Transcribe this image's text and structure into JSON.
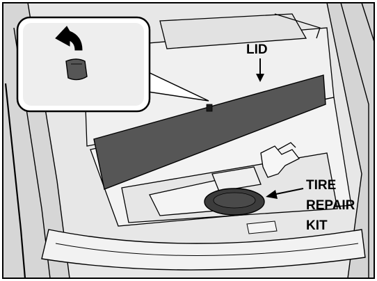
{
  "labels": {
    "lid": "LID",
    "tire_repair_kit_line1": "TIRE",
    "tire_repair_kit_line2": "REPAIR",
    "tire_repair_kit_line3": "KIT"
  },
  "colors": {
    "frame": "#000000",
    "panel_light": "#eeeeee",
    "panel_mid": "#dcdcdc",
    "lid_dark": "#565656",
    "kit_dark": "#3c3c3c",
    "line": "#000000"
  }
}
